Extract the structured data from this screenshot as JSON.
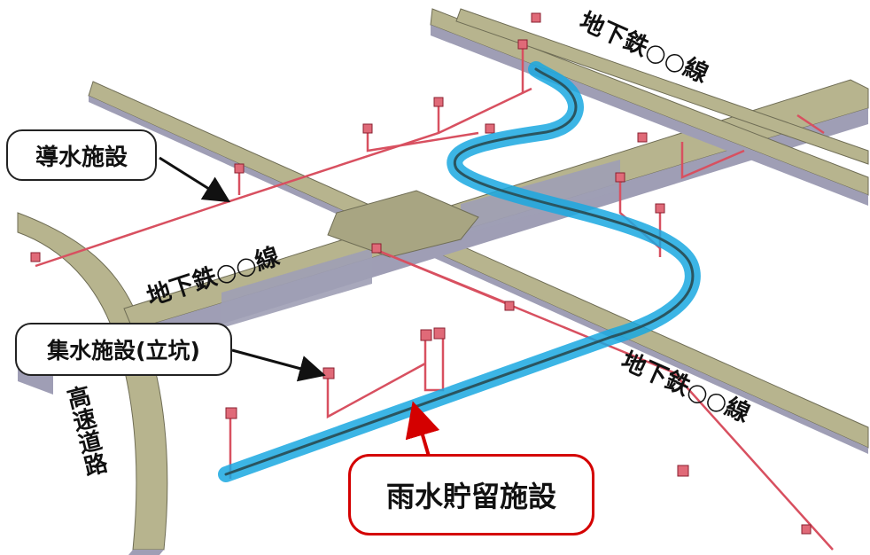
{
  "labels": {
    "subway_top": "地下鉄○○線",
    "subway_mid": "地下鉄○○線",
    "subway_bottom": "地下鉄○○線",
    "expressway": "高速道路",
    "intake": "導水施設",
    "collection": "集水施設(立坑)",
    "storage": "雨水貯留施設"
  },
  "colors": {
    "structure_top": "#b7b48e",
    "structure_side": "#9f9eb5",
    "pipe_red": "#d85060",
    "storage_highlight": "#1aa8e0",
    "callout_red": "#d40000"
  }
}
